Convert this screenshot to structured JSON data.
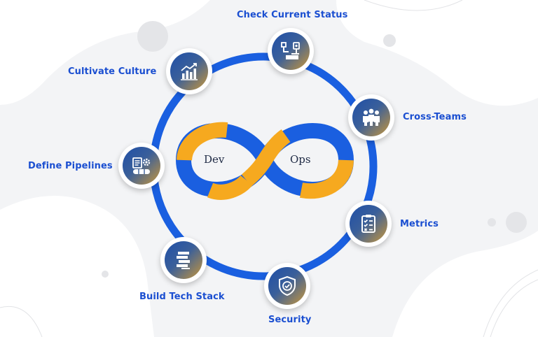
{
  "diagram": {
    "center": {
      "left_text": "Dev",
      "right_text": "Ops"
    },
    "colors": {
      "ring": "#1a5fe0",
      "accent_orange": "#f6a91f",
      "label": "#1b4fd1"
    },
    "steps": [
      {
        "label": "Check Current Status",
        "icon": "robot-arm-icon"
      },
      {
        "label": "Cross-Teams",
        "icon": "team-icon"
      },
      {
        "label": "Metrics",
        "icon": "clipboard-checklist-icon"
      },
      {
        "label": "Security",
        "icon": "shield-check-icon"
      },
      {
        "label": "Build Tech Stack",
        "icon": "stack-layers-icon"
      },
      {
        "label": "Define Pipelines",
        "icon": "pipeline-gear-icon"
      },
      {
        "label": "Cultivate Culture",
        "icon": "growth-chart-icon"
      }
    ]
  }
}
